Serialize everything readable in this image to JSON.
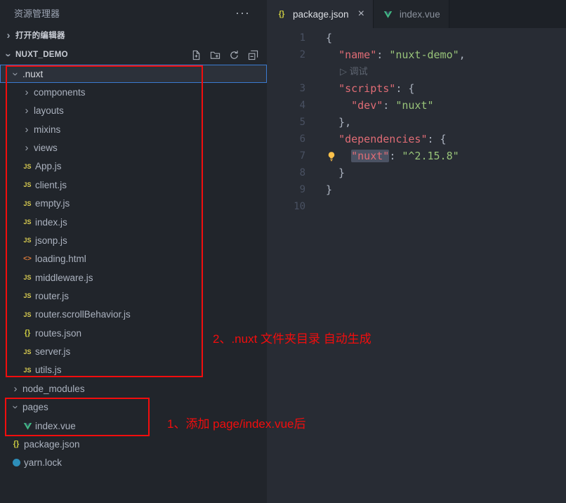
{
  "sidebar": {
    "title": "资源管理器",
    "more_icon": "···",
    "open_editors_label": "打开的编辑器",
    "project_label": "NUXT_DEMO",
    "header_action_icons": [
      "new-file-icon",
      "new-folder-icon",
      "refresh-icon",
      "collapse-all-icon"
    ],
    "tree": [
      {
        "label": ".nuxt",
        "icon": "folder",
        "level": 1,
        "expanded": true,
        "focused": true
      },
      {
        "label": "components",
        "icon": "folder",
        "level": 2,
        "expanded": false
      },
      {
        "label": "layouts",
        "icon": "folder",
        "level": 2,
        "expanded": false
      },
      {
        "label": "mixins",
        "icon": "folder",
        "level": 2,
        "expanded": false
      },
      {
        "label": "views",
        "icon": "folder",
        "level": 2,
        "expanded": false
      },
      {
        "label": "App.js",
        "icon": "js",
        "level": 2
      },
      {
        "label": "client.js",
        "icon": "js",
        "level": 2
      },
      {
        "label": "empty.js",
        "icon": "js",
        "level": 2
      },
      {
        "label": "index.js",
        "icon": "js",
        "level": 2
      },
      {
        "label": "jsonp.js",
        "icon": "js",
        "level": 2
      },
      {
        "label": "loading.html",
        "icon": "html",
        "level": 2
      },
      {
        "label": "middleware.js",
        "icon": "js",
        "level": 2
      },
      {
        "label": "router.js",
        "icon": "js",
        "level": 2
      },
      {
        "label": "router.scrollBehavior.js",
        "icon": "js",
        "level": 2
      },
      {
        "label": "routes.json",
        "icon": "json",
        "level": 2
      },
      {
        "label": "server.js",
        "icon": "js",
        "level": 2
      },
      {
        "label": "utils.js",
        "icon": "js",
        "level": 2
      },
      {
        "label": "node_modules",
        "icon": "folder",
        "level": 1,
        "expanded": false
      },
      {
        "label": "pages",
        "icon": "folder",
        "level": 1,
        "expanded": true
      },
      {
        "label": "index.vue",
        "icon": "vue",
        "level": 2
      },
      {
        "label": "package.json",
        "icon": "json",
        "level": 1
      },
      {
        "label": "yarn.lock",
        "icon": "yarn",
        "level": 1
      }
    ]
  },
  "editor": {
    "tabs": [
      {
        "label": "package.json",
        "icon": "json",
        "active": true,
        "closable": true,
        "close_glyph": "×"
      },
      {
        "label": "index.vue",
        "icon": "vue",
        "active": false,
        "closable": false
      }
    ],
    "code": {
      "language": "json",
      "codelens_label": "调试",
      "lines": [
        {
          "num": "1",
          "tokens": [
            {
              "text": "{",
              "type": "pun"
            }
          ]
        },
        {
          "num": "2",
          "tokens": [
            {
              "text": "  ",
              "type": "pun"
            },
            {
              "text": "\"name\"",
              "type": "key"
            },
            {
              "text": ": ",
              "type": "pun"
            },
            {
              "text": "\"nuxt-demo\"",
              "type": "str"
            },
            {
              "text": ",",
              "type": "pun"
            }
          ]
        },
        {
          "num": "",
          "lens": true,
          "tokens": [
            {
              "text": "▷ ",
              "type": "lens-icon"
            },
            {
              "text": "调试",
              "type": "lens"
            }
          ]
        },
        {
          "num": "3",
          "tokens": [
            {
              "text": "  ",
              "type": "pun"
            },
            {
              "text": "\"scripts\"",
              "type": "key"
            },
            {
              "text": ": {",
              "type": "pun"
            }
          ]
        },
        {
          "num": "4",
          "tokens": [
            {
              "text": "    ",
              "type": "pun"
            },
            {
              "text": "\"dev\"",
              "type": "key"
            },
            {
              "text": ": ",
              "type": "pun"
            },
            {
              "text": "\"nuxt\"",
              "type": "str"
            }
          ]
        },
        {
          "num": "5",
          "tokens": [
            {
              "text": "  },",
              "type": "pun"
            }
          ]
        },
        {
          "num": "6",
          "tokens": [
            {
              "text": "  ",
              "type": "pun"
            },
            {
              "text": "\"dependencies\"",
              "type": "key"
            },
            {
              "text": ": {",
              "type": "pun"
            }
          ]
        },
        {
          "num": "7",
          "bulb": true,
          "tokens": [
            {
              "text": "    ",
              "type": "pun"
            },
            {
              "text": "\"nuxt\"",
              "type": "key",
              "highlight": true
            },
            {
              "text": ": ",
              "type": "pun"
            },
            {
              "text": "\"^2.15.8\"",
              "type": "str"
            }
          ]
        },
        {
          "num": "8",
          "tokens": [
            {
              "text": "  }",
              "type": "pun"
            }
          ]
        },
        {
          "num": "9",
          "tokens": [
            {
              "text": "}",
              "type": "pun"
            }
          ]
        },
        {
          "num": "10",
          "tokens": []
        }
      ]
    }
  },
  "annotations": {
    "note1": "1、添加 page/index.vue后",
    "note2": "2、.nuxt 文件夹目录 自动生成"
  },
  "colors": {
    "annotation_red": "#f20d0d",
    "focus_blue": "#3b7bd1",
    "json_key": "#e06c75",
    "json_string": "#98c379",
    "sidebar_bg": "#21252b",
    "editor_bg": "#282c34",
    "vue_green": "#41b883",
    "js_yellow": "#d7ca50",
    "lightbulb_yellow": "#ffc24b"
  }
}
